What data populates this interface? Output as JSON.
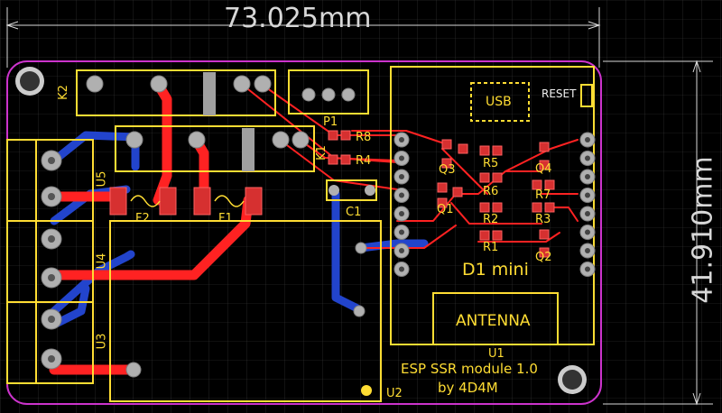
{
  "dimensions": {
    "width": "73.025mm",
    "height": "41.910mm"
  },
  "components": {
    "k2": "K2",
    "k1": "K1",
    "p1": "P1",
    "r8": "R8",
    "r4": "R4",
    "c1": "C1",
    "u5": "U5",
    "u4": "U4",
    "u3": "U3",
    "f2": "F2",
    "f1": "F1",
    "q3": "Q3",
    "q1": "Q1",
    "r5": "R5",
    "r6": "R6",
    "q4": "Q4",
    "r7": "R7",
    "r2": "R2",
    "r3": "R3",
    "r1": "R1",
    "q2": "Q2",
    "u1": "U1",
    "u2": "U2"
  },
  "d1_mini": {
    "usb": "USB",
    "reset": "RESET",
    "name": "D1 mini",
    "antenna": "ANTENNA"
  },
  "board_text": {
    "title": "ESP SSR module 1.0",
    "author": "by 4D4M"
  },
  "colors": {
    "background": "#000000",
    "top_copper": "#ff2222",
    "bottom_copper": "#2244cc",
    "silkscreen": "#ffdd33",
    "outline": "#cc33cc",
    "pad": "#b0b0b0",
    "smd_pad": "#d63030",
    "dimension": "#d8d8d8",
    "grid": "#3a3a3a"
  }
}
